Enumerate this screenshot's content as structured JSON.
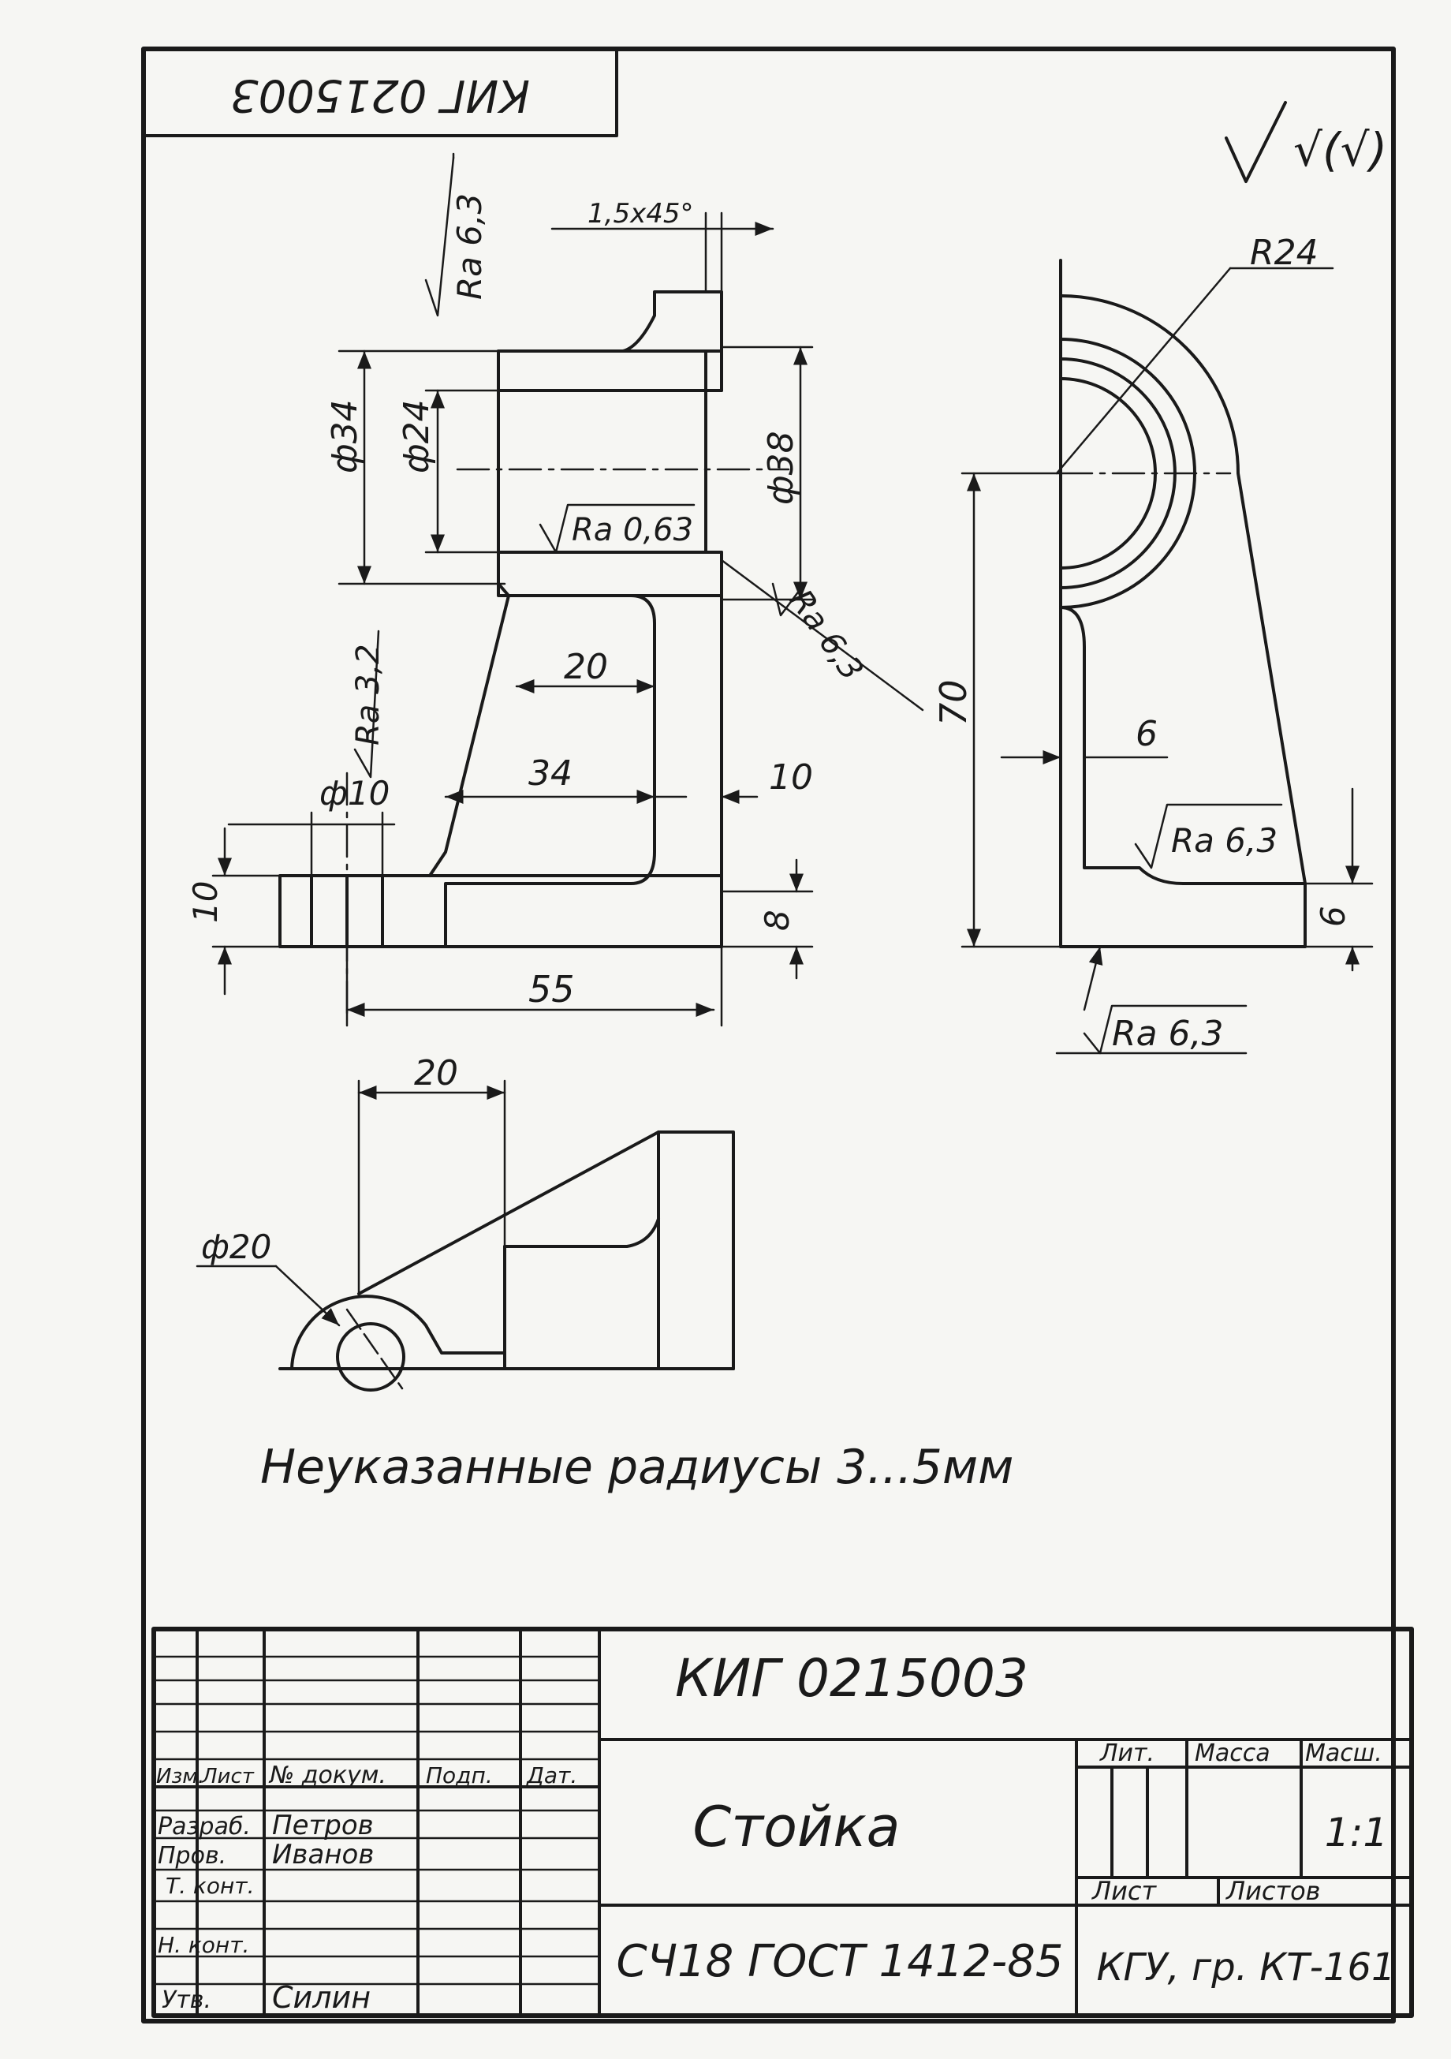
{
  "doc_code_stamp": "КИГ 0215003",
  "roughness_general": "√(√)",
  "dims": {
    "chamfer": "1,5x45°",
    "d34": "ф34",
    "d24": "ф24",
    "d38": "ф38",
    "d10": "ф10",
    "w20": "20",
    "w34": "34",
    "w10": "10",
    "h10": "10",
    "h8": "8",
    "w55": "55",
    "r24": "R24",
    "h70": "70",
    "w6": "6",
    "h6": "6",
    "top20": "20",
    "d20": "ф20"
  },
  "roughness": {
    "top_left": "Ra 6,3",
    "bore": "Ra 0,63",
    "rib": "Ra 6,3",
    "hole": "Ra 3,2",
    "side_view_base": "Ra 6,3",
    "side_view_bottom": "Ra 6,3"
  },
  "note": "Неуказанные радиусы 3...5мм",
  "title_block": {
    "designation": "КИГ 0215003",
    "part_name": "Стойка",
    "material": "СЧ18 ГОСТ 1412-85",
    "organization": "КГУ, гр. КТ-161",
    "col_headers": {
      "izm": "Изм.",
      "list": "Лист",
      "doc_no": "№ докум.",
      "sign": "Подп.",
      "date": "Дат."
    },
    "rows": [
      {
        "role": "Разраб.",
        "name": "Петров"
      },
      {
        "role": "Пров.",
        "name": "Иванов"
      },
      {
        "role": "Т. конт.",
        "name": ""
      },
      {
        "role": "",
        "name": ""
      },
      {
        "role": "Н. конт.",
        "name": ""
      },
      {
        "role": "Утв.",
        "name": "Силин"
      }
    ],
    "lit_label": "Лит.",
    "mass_label": "Масса",
    "scale_label": "Масш.",
    "scale_value": "1:1",
    "sheet_label": "Лист",
    "sheets_label": "Листов"
  }
}
